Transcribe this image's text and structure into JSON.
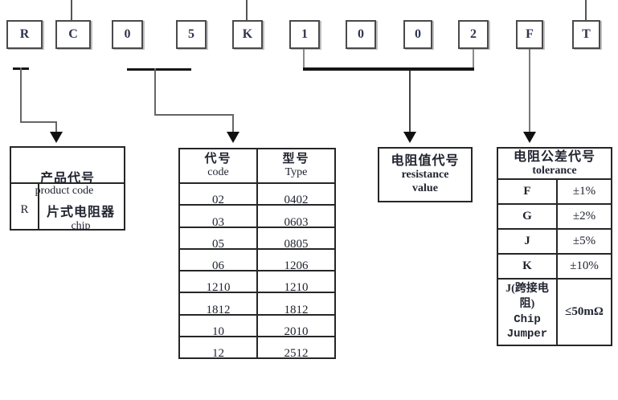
{
  "ink_color": "#20242f",
  "boxes": [
    "R",
    "C",
    "0",
    "5",
    "K",
    "1",
    "0",
    "0",
    "2",
    "F",
    "T"
  ],
  "product_table": {
    "title_cn": "产品代号",
    "title_en": "product code",
    "code": "R",
    "desc_cn": "片式电阻器",
    "desc_en": "chip"
  },
  "size_table": {
    "col1_cn": "代号",
    "col1_en": "code",
    "col2_cn": "型号",
    "col2_en": "Type",
    "rows": [
      [
        "02",
        "0402"
      ],
      [
        "03",
        "0603"
      ],
      [
        "05",
        "0805"
      ],
      [
        "06",
        "1206"
      ],
      [
        "1210",
        "1210"
      ],
      [
        "1812",
        "1812"
      ],
      [
        "10",
        "2010"
      ],
      [
        "12",
        "2512"
      ]
    ]
  },
  "resistance_box": {
    "line_cn": "电阻值代号",
    "line_en1": "resistance",
    "line_en2": "value"
  },
  "tolerance_table": {
    "title_cn": "电阻公差代号",
    "title_en": "tolerance",
    "rows": [
      [
        "F",
        "±1%"
      ],
      [
        "G",
        "±2%"
      ],
      [
        "J",
        "±5%"
      ],
      [
        "K",
        "±10%"
      ]
    ],
    "jumper": {
      "line1": "J(跨接电",
      "line2": "阻)",
      "line3": "Chip",
      "line4": "Jumper",
      "value": "≤50mΩ"
    }
  }
}
